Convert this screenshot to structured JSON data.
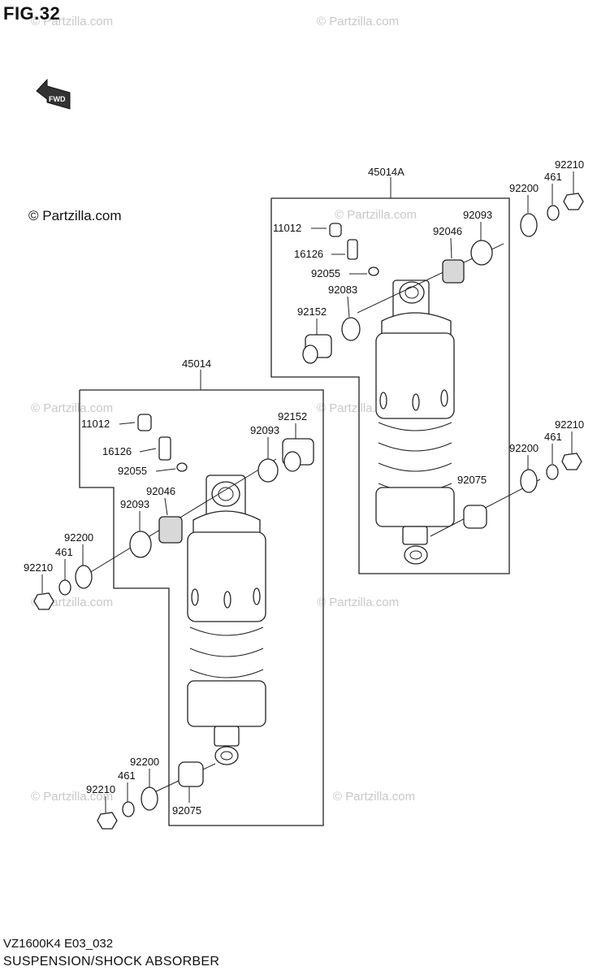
{
  "figure_title": "FIG.32",
  "copyright": "© Partzilla.com",
  "watermark": "© Partzilla.com",
  "fwd_badge": "FWD",
  "model_code": "VZ1600K4 E03_032",
  "section_title": "SUSPENSION/SHOCK ABSORBER",
  "assembly_a": {
    "label": "45014A",
    "parts": [
      "11012",
      "16126",
      "92055",
      "92083",
      "92152",
      "92046",
      "92093",
      "92200",
      "461",
      "92210",
      "92200",
      "461",
      "92210",
      "92075"
    ]
  },
  "assembly_b": {
    "label": "45014",
    "parts": [
      "11012",
      "16126",
      "92055",
      "92046",
      "92093",
      "92152",
      "92093",
      "92200",
      "461",
      "92210",
      "92200",
      "461",
      "92210",
      "92075"
    ]
  }
}
